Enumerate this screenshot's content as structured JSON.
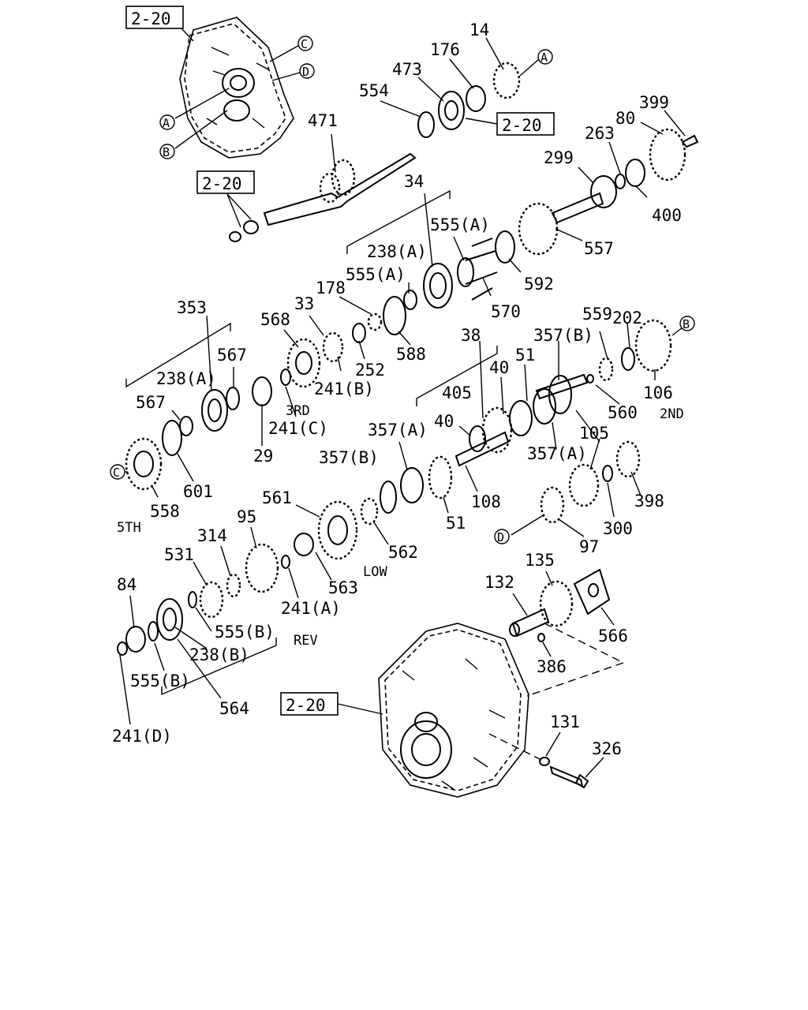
{
  "refs": [
    "2-20",
    "2-20",
    "2-20",
    "2-20"
  ],
  "markers": {
    "A": "A",
    "B": "B",
    "C": "C",
    "D": "D"
  },
  "labels": {
    "p14": "14",
    "p176": "176",
    "p473": "473",
    "p554": "554",
    "p471": "471",
    "p399": "399",
    "p80": "80",
    "p263": "263",
    "p299": "299",
    "p400": "400",
    "p34": "34",
    "p555a_1": "555(A)",
    "p238a_1": "238(A)",
    "p555a_2": "555(A)",
    "p557": "557",
    "p592": "592",
    "p570": "570",
    "p588": "588",
    "p353": "353",
    "p567_1": "567",
    "p568": "568",
    "p33": "33",
    "p178": "178",
    "p252": "252",
    "p238a_2": "238(A)",
    "p241b": "241(B)",
    "p567_2": "567",
    "p241c": "241(C)",
    "p29": "29",
    "p601": "601",
    "p558": "558",
    "p38": "38",
    "p40_1": "40",
    "p51_1": "51",
    "p357b_1": "357(B)",
    "p559": "559",
    "p202": "202",
    "p405": "405",
    "p40_2": "40",
    "p560": "560",
    "p106": "106",
    "p357a_1": "357(A)",
    "p357a_2": "357(A)",
    "p105": "105",
    "p357b_2": "357(B)",
    "p108": "108",
    "p51_2": "51",
    "p398": "398",
    "p300": "300",
    "p97": "97",
    "p561": "561",
    "p95": "95",
    "p314": "314",
    "p531": "531",
    "p562": "562",
    "p563": "563",
    "p241a": "241(A)",
    "p84": "84",
    "p555b_1": "555(B)",
    "p238b": "238(B)",
    "p555b_2": "555(B)",
    "p564": "564",
    "p241d": "241(D)",
    "p135": "135",
    "p132": "132",
    "p566": "566",
    "p386": "386",
    "p131": "131",
    "p326": "326"
  },
  "gear_names": {
    "g3rd": "3RD",
    "g5th": "5TH",
    "g2nd": "2ND",
    "glow": "LOW",
    "grev": "REV"
  }
}
